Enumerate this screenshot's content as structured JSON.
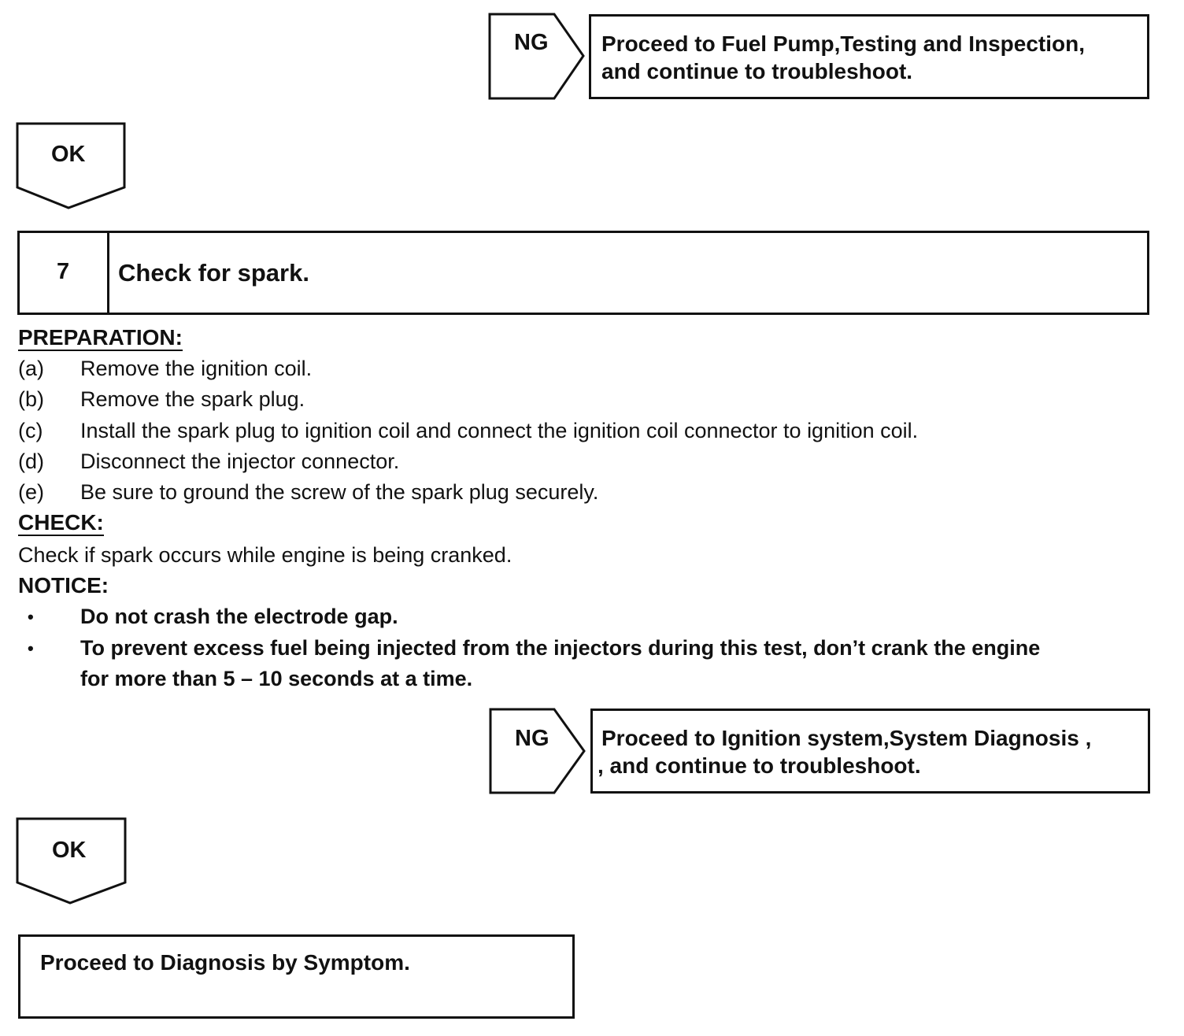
{
  "flow_top": {
    "ng_label": "NG",
    "ng_text_line1": "Proceed to Fuel Pump,Testing and Inspection,",
    "ng_text_line2": "and continue to troubleshoot.",
    "ok_label": "OK"
  },
  "step": {
    "number": "7",
    "title": "Check for spark."
  },
  "preparation": {
    "heading": "PREPARATION:",
    "items": [
      {
        "label": "(a)",
        "text": "Remove the ignition coil."
      },
      {
        "label": "(b)",
        "text": "Remove the spark plug."
      },
      {
        "label": "(c)",
        "text": "Install the spark plug to ignition coil and connect the ignition coil connector to ignition coil."
      },
      {
        "label": "(d)",
        "text": "Disconnect the injector connector."
      },
      {
        "label": "(e)",
        "text": "Be sure to ground the screw of the spark plug securely."
      }
    ]
  },
  "check": {
    "heading": "CHECK:",
    "text": "Check if spark occurs while engine is being cranked."
  },
  "notice": {
    "heading": "NOTICE:",
    "bullet_glyph": "•",
    "items": [
      "Do not crash the electrode gap.",
      "To prevent excess fuel being injected from the injectors during this test, don’t crank the engine",
      "for more than 5 – 10 seconds at a time."
    ]
  },
  "flow_bottom": {
    "ng_label": "NG",
    "ng_text_line1": "Proceed to Ignition system,System Diagnosis ,",
    "ng_text_line2": ", and continue to troubleshoot.",
    "ok_label": "OK",
    "final_text": "Proceed to Diagnosis by Symptom."
  }
}
